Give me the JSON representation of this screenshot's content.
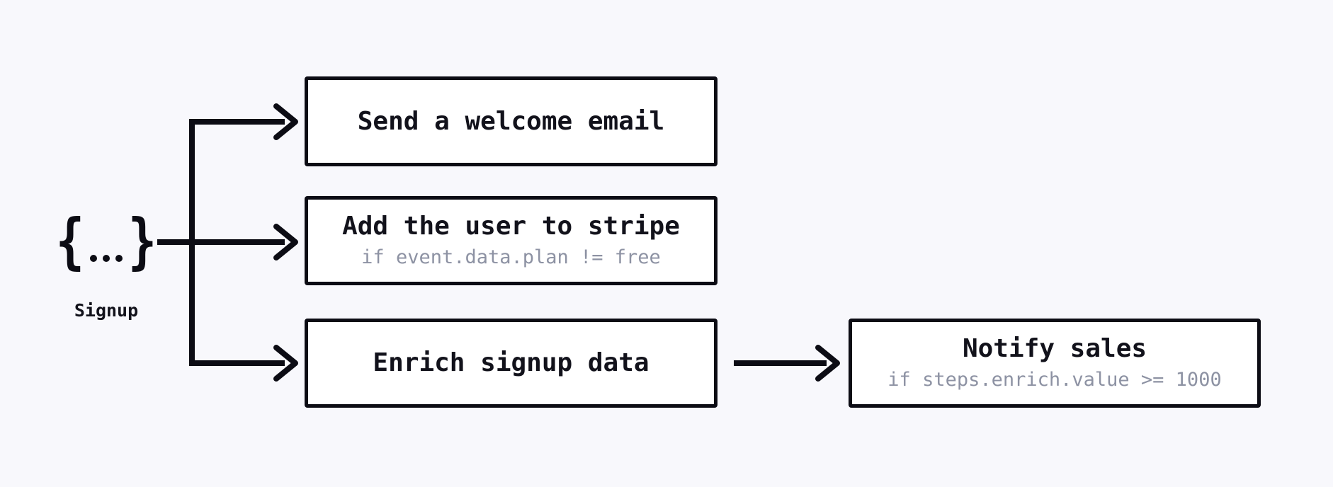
{
  "diagram": {
    "type": "workflow-fanout",
    "colors": {
      "background": "#f8f8fc",
      "ink": "#0c0c14",
      "node_fill": "#ffffff",
      "condition_text": "#8d92a3"
    },
    "event": {
      "glyph": "{...}",
      "brace_left": "{",
      "brace_right": "}",
      "label": "Signup"
    },
    "steps": [
      {
        "id": "send-welcome-email",
        "title": "Send a welcome email",
        "condition": ""
      },
      {
        "id": "add-user-to-stripe",
        "title": "Add the user to stripe",
        "condition": "if event.data.plan != free"
      },
      {
        "id": "enrich-signup-data",
        "title": "Enrich signup data",
        "condition": ""
      },
      {
        "id": "notify-sales",
        "title": "Notify sales",
        "condition": "if steps.enrich.value >= 1000"
      }
    ],
    "edges": [
      {
        "from": "Signup",
        "to": "Send a welcome email"
      },
      {
        "from": "Signup",
        "to": "Add the user to stripe"
      },
      {
        "from": "Signup",
        "to": "Enrich signup data"
      },
      {
        "from": "Enrich signup data",
        "to": "Notify sales"
      }
    ]
  }
}
